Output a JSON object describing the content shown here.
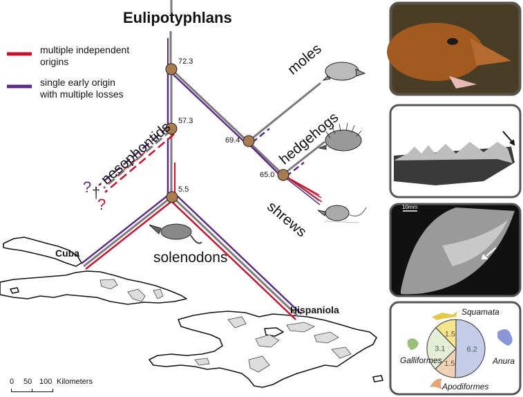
{
  "title": "Eulipotyphlans",
  "legend": [
    {
      "label_line1": "multiple independent",
      "label_line2": "origins",
      "color": "#c8102e"
    },
    {
      "label_line1": "single early origin",
      "label_line2": "with multiple losses",
      "color": "#5b2a86"
    }
  ],
  "nodes": [
    "72.3",
    "57.3",
    "69.4",
    "65.0",
    "5.5"
  ],
  "clades": {
    "moles": "moles",
    "hedgehogs": "hedgehogs",
    "shrews": "shrews",
    "nesophontids": "nesophontids",
    "solenodons": "solenodons"
  },
  "extinct": {
    "question": "?",
    "dagger": "†"
  },
  "places": {
    "cuba": "Cuba",
    "hispaniola": "Hispaniola"
  },
  "scale": {
    "zero": "0",
    "fifty": "50",
    "hundred": "100",
    "unit": "Kilometers"
  },
  "photo_scale_label": "10mm",
  "pie": {
    "slices": [
      {
        "label": "Anura",
        "value": 6.2,
        "color": "#c4cce8"
      },
      {
        "label": "Apodiformes",
        "value": 1.5,
        "color": "#f2d2b4"
      },
      {
        "label": "Galliformes",
        "value": 3.1,
        "color": "#e5eed6"
      },
      {
        "label": "Squamata",
        "value": 1.5,
        "color": "#f6e58a"
      }
    ]
  },
  "colors": {
    "red": "#c8102e",
    "purple": "#5b2a86",
    "gray": "#7a7a7a",
    "node": "#a87c4f"
  }
}
